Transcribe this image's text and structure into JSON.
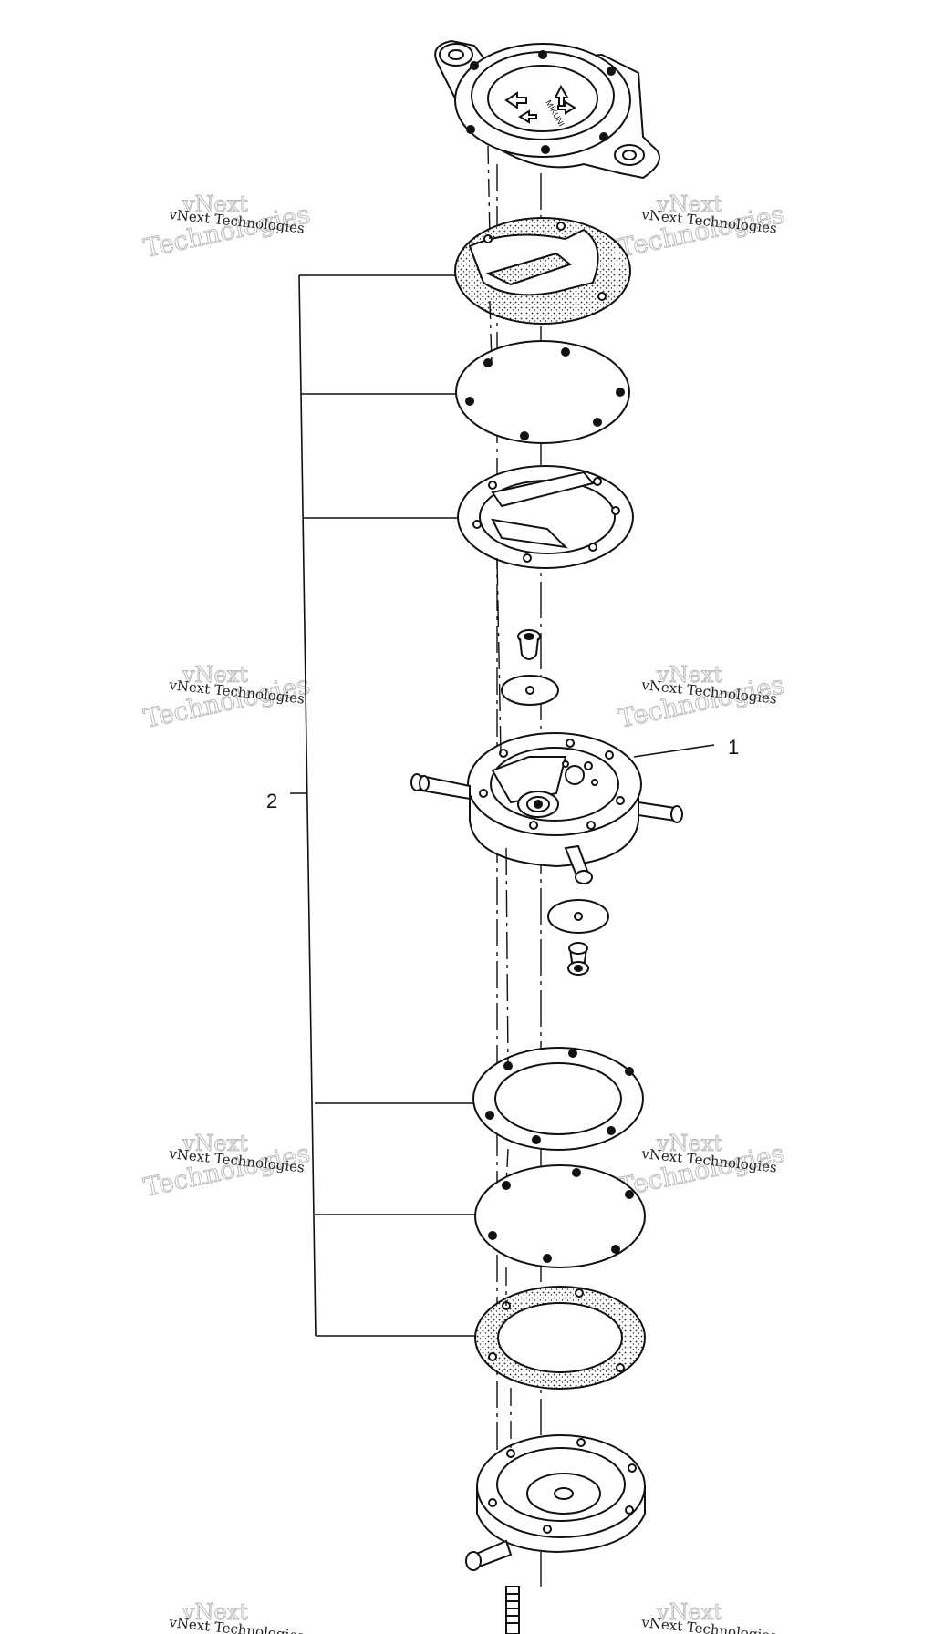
{
  "diagram": {
    "callouts": {
      "part_1": "1",
      "part_2": "2"
    },
    "watermark": {
      "line_text": "vNext Technologies",
      "word_top": "vNext",
      "word_bottom": "Technologies"
    },
    "cover_markings": "MIKUNI"
  }
}
